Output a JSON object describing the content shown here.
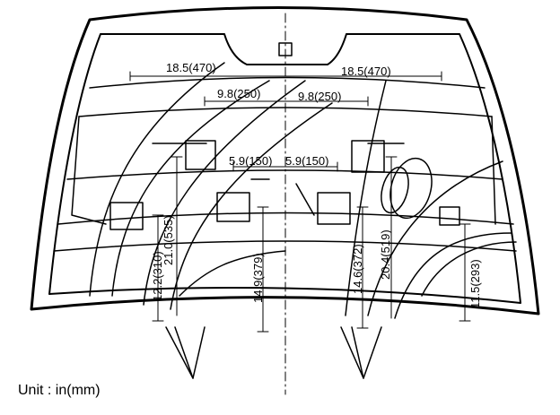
{
  "dimensions": {
    "top_left": "18.5(470)",
    "top_right": "18.5(470)",
    "second_left": "9.8(250)",
    "second_right": "9.8(250)",
    "center_left": "5.9(150)",
    "center_right": "5.9(150)",
    "v1": "12.2(310)",
    "v2": "21.0(535)",
    "v3": "14.9(379)",
    "v4": "14.6(372)",
    "v5": "20.4(519)",
    "v6": "11.5(293)"
  },
  "unit_label": "Unit : in(mm)"
}
